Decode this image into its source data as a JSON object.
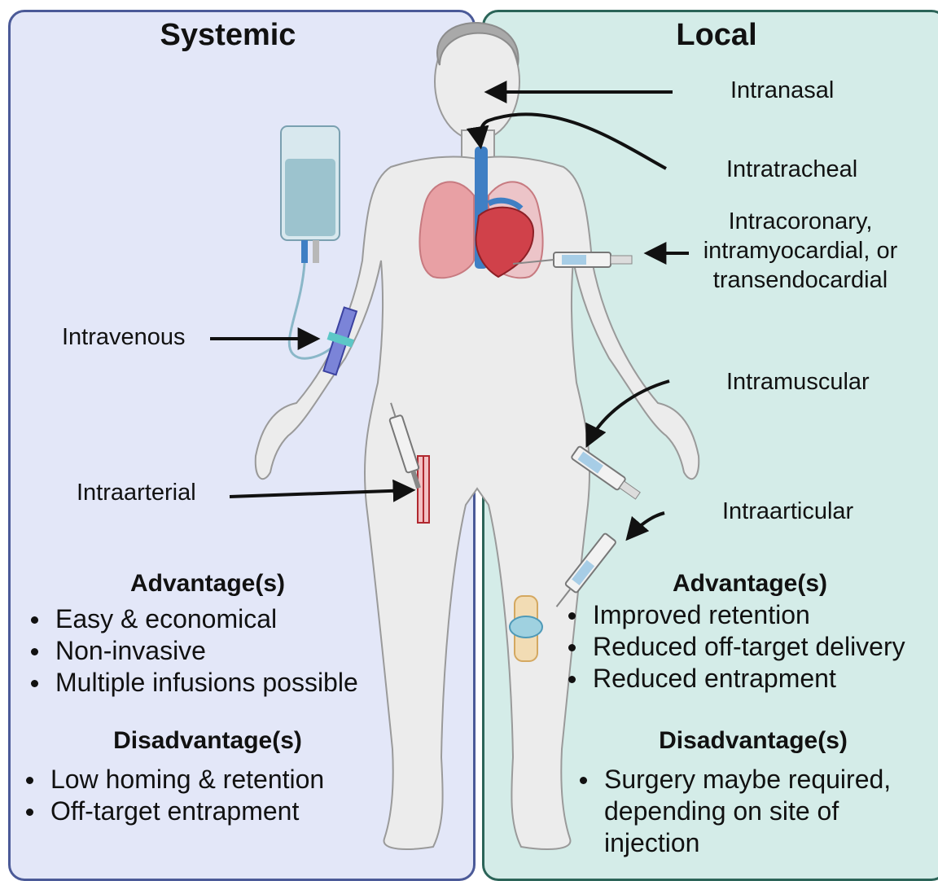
{
  "systemic": {
    "title": "Systemic",
    "routes": [
      "Intravenous",
      "Intraarterial"
    ],
    "advantages_heading": "Advantage(s)",
    "advantages": [
      "Easy & economical",
      "Non-invasive",
      "Multiple infusions possible"
    ],
    "disadvantages_heading": "Disadvantage(s)",
    "disadvantages": [
      "Low homing & retention",
      "Off-target entrapment"
    ]
  },
  "local": {
    "title": "Local",
    "routes": [
      "Intranasal",
      "Intratracheal",
      "Intracoronary,",
      "intramyocardial, or",
      "transendocardial",
      "Intramuscular",
      "Intraarticular"
    ],
    "advantages_heading": "Advantage(s)",
    "advantages": [
      "Improved retention",
      "Reduced off-target delivery",
      "Reduced entrapment"
    ],
    "disadvantages_heading": "Disadvantage(s)",
    "disadvantages": [
      "Surgery maybe required,",
      "depending on site of",
      "injection"
    ]
  },
  "colors": {
    "systemic_bg": "#e3e7f8",
    "systemic_border": "#4b5a98",
    "local_bg": "#d4ece8",
    "local_border": "#2b6458",
    "body": "#ececec",
    "lung": "#e8a0a4",
    "heart": "#d0414a",
    "vessel": "#3f7fc4",
    "iv_fluid": "#9cc3ce"
  },
  "icons": [
    "human-body-icon",
    "iv-bag-icon",
    "syringe-icon",
    "heart-icon",
    "lungs-icon",
    "knee-joint-icon",
    "artery-icon",
    "arrow-icon"
  ]
}
